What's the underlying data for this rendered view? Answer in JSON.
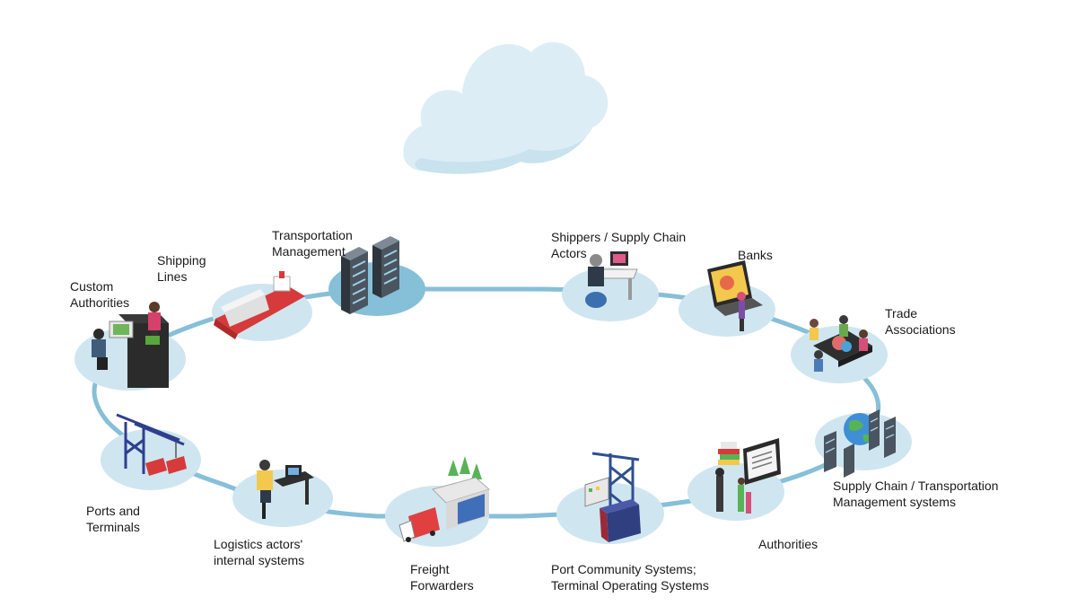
{
  "colors": {
    "ring": "#86bfd8",
    "platform": "#cfe6f0",
    "platform_dark": "#bcdbe9",
    "cloud": "#dcedf5",
    "cloud_shade": "#c8e2ee",
    "text": "#1a1a1a"
  },
  "cloud": {
    "icon": "cloud-icon"
  },
  "nodes": [
    {
      "id": "custom-authorities",
      "label": "Custom\nAuthorities",
      "icon": "customs-officer-desk-icon"
    },
    {
      "id": "shipping-lines",
      "label": "Shipping\nLines",
      "icon": "cargo-ship-icon"
    },
    {
      "id": "transportation-management",
      "label": "Transportation\nManagement",
      "icon": "server-racks-icon"
    },
    {
      "id": "shippers",
      "label": "Shippers / Supply Chain\nActors",
      "icon": "person-at-computer-icon"
    },
    {
      "id": "banks",
      "label": "Banks",
      "icon": "laptop-bank-icon"
    },
    {
      "id": "trade-associations",
      "label": "Trade\nAssociations",
      "icon": "meeting-table-icon"
    },
    {
      "id": "supply-chain-systems",
      "label": "Supply Chain / Transportation\nManagement systems",
      "icon": "globe-servers-icon"
    },
    {
      "id": "authorities",
      "label": "Authorities",
      "icon": "monitor-documents-icon"
    },
    {
      "id": "port-community-systems",
      "label": "Port Community Systems;\nTerminal Operating Systems",
      "icon": "port-crane-container-icon"
    },
    {
      "id": "freight-forwarders",
      "label": "Freight\nForwarders",
      "icon": "warehouse-truck-icon"
    },
    {
      "id": "logistics-actors",
      "label": "Logistics actors'\ninternal systems",
      "icon": "worker-at-desk-icon"
    },
    {
      "id": "ports-terminals",
      "label": "Ports and\nTerminals",
      "icon": "gantry-crane-icon"
    }
  ]
}
